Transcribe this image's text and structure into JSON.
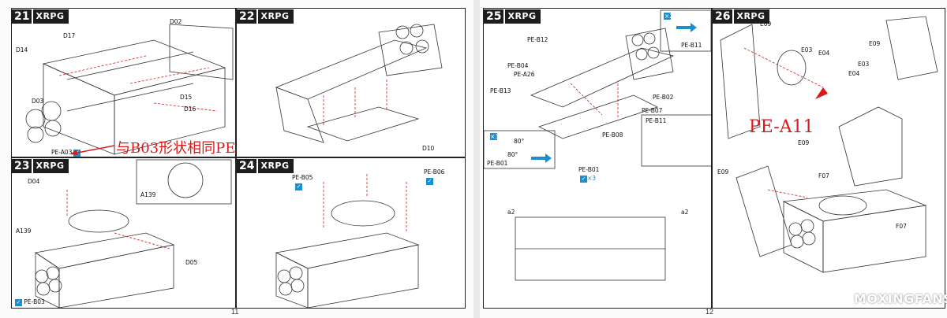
{
  "pages": [
    {
      "number": "11"
    },
    {
      "number": "12"
    }
  ],
  "brand": "XRPG",
  "steps": {
    "s21": {
      "number": "21",
      "labels": [
        "D02",
        "D17",
        "D14",
        "D15",
        "D03",
        "D16",
        "PE-A03"
      ],
      "callout": "与B03形状相同PE"
    },
    "s22": {
      "number": "22",
      "labels": [
        "D10"
      ]
    },
    "s23": {
      "number": "23",
      "labels": [
        "D04",
        "A139",
        "D05",
        "A139",
        "PE-B03"
      ]
    },
    "s24": {
      "number": "24",
      "labels": [
        "PE-B05",
        "PE-B06"
      ]
    },
    "s25": {
      "number": "25",
      "labels": [
        "PE-B12",
        "PE-B04",
        "PE-A26",
        "PE-B13",
        "PE-B02",
        "PE-B07",
        "PE-B11",
        "PE-B08",
        "PE-B01",
        "PE-B01",
        "PE-B11",
        "a2",
        "a2"
      ],
      "multipliers": [
        "×2",
        "×3",
        "×3"
      ],
      "angles": [
        "80°",
        "80°"
      ]
    },
    "s26": {
      "number": "26",
      "labels": [
        "E09",
        "E03",
        "E04",
        "E09",
        "E04",
        "E03",
        "E09",
        "E09",
        "F07",
        "F07"
      ],
      "callout": "PE-A11"
    }
  },
  "watermark": "MOXINGFANS.COM",
  "colors": {
    "accent_blue": "#1a8fd1",
    "red": "#d81a1a",
    "dark": "#1d1d1d"
  }
}
